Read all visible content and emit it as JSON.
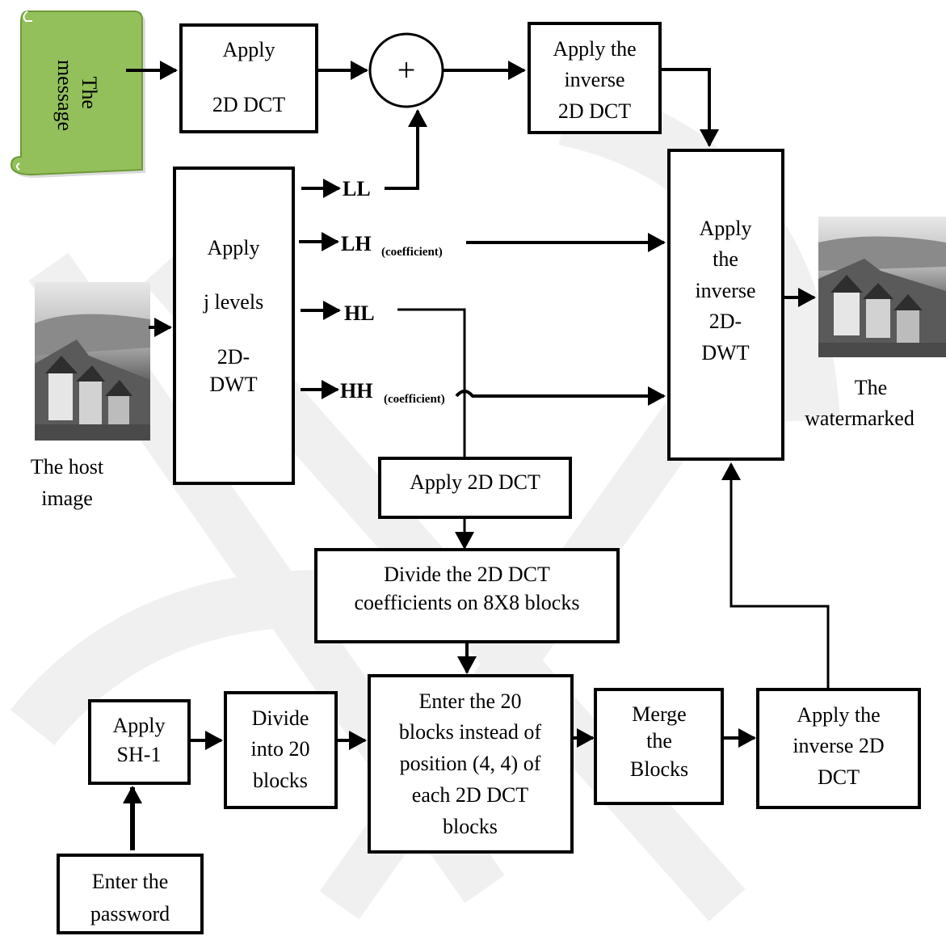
{
  "message_label": [
    "The",
    "message"
  ],
  "boxes": {
    "apply_dct_top": [
      "Apply",
      "2D DCT"
    ],
    "plus_symbol": "+",
    "inverse_dct_top": [
      "Apply the",
      "inverse",
      "2D DCT"
    ],
    "apply_dwt": [
      "Apply",
      "j levels",
      "2D-",
      "DWT"
    ],
    "inverse_dwt": [
      "Apply",
      "the",
      "inverse",
      "2D-",
      "DWT"
    ],
    "apply_dct_mid": [
      "Apply 2D DCT"
    ],
    "divide_dct": [
      "Divide the 2D DCT",
      "coefficients on 8X8 blocks"
    ],
    "enter_blocks": [
      "Enter the 20",
      "blocks instead of",
      "position (4, 4) of",
      "each 2D DCT",
      "blocks"
    ],
    "merge": [
      "Merge",
      "the",
      "Blocks"
    ],
    "inverse_dct_bottom": [
      "Apply the",
      "inverse 2D",
      "DCT"
    ],
    "apply_sh1": [
      "Apply",
      "SH-1"
    ],
    "divide_20": [
      "Divide",
      "into 20",
      "blocks"
    ],
    "password": [
      "Enter the",
      "password"
    ]
  },
  "bands": {
    "ll": "LL",
    "lh": "LH",
    "lh_sub": "(coefficient)",
    "hl": "HL",
    "hh": "HH",
    "hh_sub": "(coefficient)"
  },
  "captions": {
    "host": [
      "The host",
      "image"
    ],
    "watermarked": [
      "The",
      "watermarked"
    ]
  },
  "colors": {
    "scroll_fill": "#93c05a",
    "scroll_stroke": "#6e9a38",
    "watermark_gray": "#e4e4e4"
  }
}
